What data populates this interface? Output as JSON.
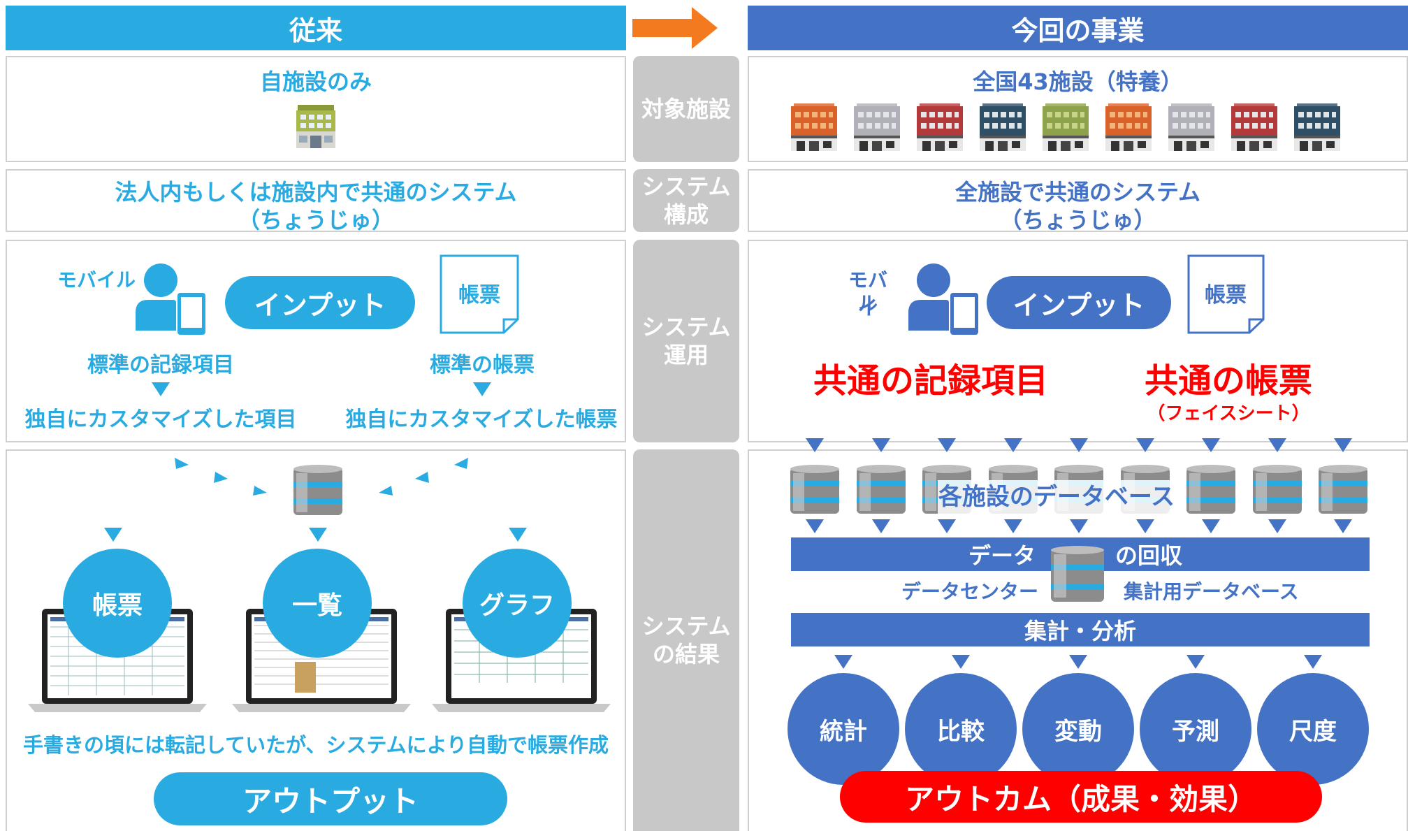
{
  "header": {
    "left": "従来",
    "right": "今回の事業"
  },
  "middle": {
    "facility": "対象施設",
    "system_config_1": "システム",
    "system_config_2": "構成",
    "system_ops_1": "システム",
    "system_ops_2": "運用",
    "system_result_1": "システム",
    "system_result_2": "の結果"
  },
  "left": {
    "facility_title": "自施設のみ",
    "system_line1": "法人内もしくは施設内で共通のシステム",
    "system_line2": "（ちょうじゅ）",
    "mobile": "モバイル",
    "input": "インプット",
    "form_doc": "帳票",
    "std_record": "標準の記録項目",
    "std_form": "標準の帳票",
    "custom_record": "独自にカスタマイズした項目",
    "custom_form": "独自にカスタマイズした帳票",
    "out_circles": [
      "帳票",
      "一覧",
      "グラフ"
    ],
    "note": "手書きの頃には転記していたが、システムにより自動で帳票作成",
    "output": "アウトプット"
  },
  "right": {
    "facility_title": "全国43施設（特養）",
    "system_line1": "全施設で共通のシステム",
    "system_line2": "（ちょうじゅ）",
    "mobile_1": "モバイ",
    "mobile_2": "ル",
    "input": "インプット",
    "form_doc": "帳票",
    "common_record": "共通の記録項目",
    "common_form": "共通の帳票",
    "face_sheet": "（フェイスシート）",
    "db_label": "各施設のデータベース",
    "collect_left": "データ",
    "collect_right": "の回収",
    "datacenter": "データセンター",
    "agg_db": "集計用データベース",
    "analysis": "集計・分析",
    "circles": [
      "統計",
      "比較",
      "変動",
      "予測",
      "尺度"
    ],
    "outcome": "アウトカム（成果・効果）"
  },
  "colors": {
    "light_blue": "#29abe2",
    "dark_blue": "#4472c4",
    "red": "#ff0000",
    "orange": "#f47a20",
    "gray": "#c8c8c8"
  }
}
